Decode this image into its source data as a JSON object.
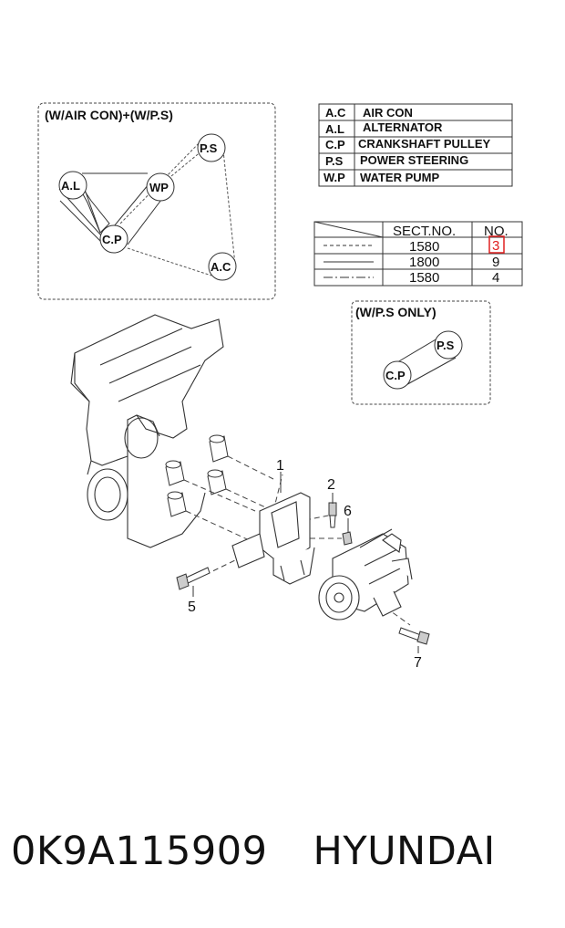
{
  "belt_panel_full": {
    "title": "(W/AIR CON)+(W/P.S)",
    "pulleys": [
      "A.L",
      "WP",
      "P.S",
      "C.P",
      "A.C"
    ]
  },
  "legend": {
    "rows": [
      {
        "abbr": "A.C",
        "name": "AIR CON"
      },
      {
        "abbr": "A.L",
        "name": "ALTERNATOR"
      },
      {
        "abbr": "C.P",
        "name": "CRANKSHAFT PULLEY"
      },
      {
        "abbr": "P.S",
        "name": "POWER STEERING"
      },
      {
        "abbr": "W.P",
        "name": "WATER PUMP"
      }
    ]
  },
  "belt_table": {
    "header_sect": "SECT.NO.",
    "header_no": "NO.",
    "rows": [
      {
        "line_style": "dashed",
        "sect": "1580",
        "no": "3",
        "highlight": true
      },
      {
        "line_style": "solid",
        "sect": "1800",
        "no": "9",
        "highlight": false
      },
      {
        "line_style": "dash-dot",
        "sect": "1580",
        "no": "4",
        "highlight": false
      }
    ],
    "highlight_color": "#e02020"
  },
  "belt_panel_ps": {
    "title": "(W/P.S ONLY)",
    "pulleys": [
      "P.S",
      "C.P"
    ]
  },
  "callouts": [
    "1",
    "2",
    "6",
    "5",
    "7"
  ],
  "footer": {
    "part_number": "0K9A115909",
    "brand": "HYUNDAI"
  }
}
